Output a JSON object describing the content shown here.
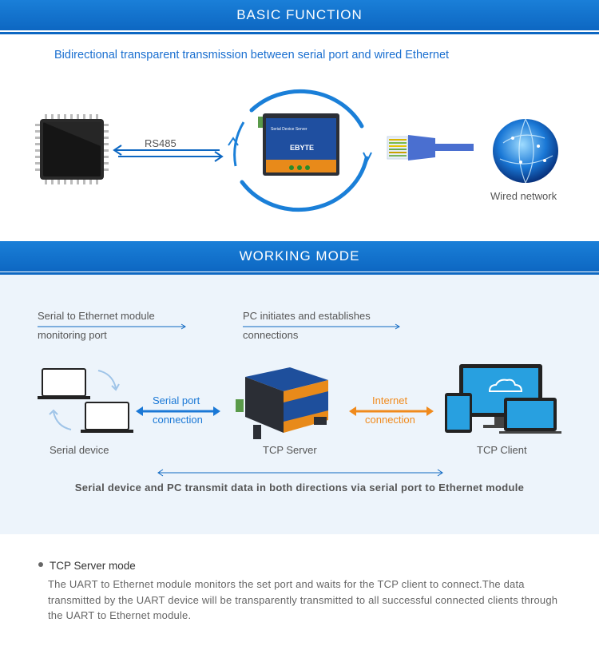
{
  "basic": {
    "header": "BASIC FUNCTION",
    "subtitle": "Bidirectional transparent transmission between serial port and wired Ethernet",
    "rs485_label": "RS485",
    "wired_label": "Wired network",
    "device_brand": "EBYTE",
    "device_title": "Serial Device Server"
  },
  "working": {
    "header": "WORKING MODE",
    "left_note_line1": "Serial to Ethernet module",
    "left_note_line2": "monitoring port",
    "right_note_line1": "PC initiates and establishes",
    "right_note_line2": "connections",
    "serial_port_line1": "Serial port",
    "serial_port_line2": "connection",
    "internet_line1": "Internet",
    "internet_line2": "connection",
    "serial_device_label": "Serial device",
    "tcp_server_label": "TCP Server",
    "tcp_client_label": "TCP Client",
    "bottom_caption": "Serial device and PC transmit data in both directions via serial port to Ethernet module"
  },
  "mode": {
    "title": "TCP Server mode",
    "description": "The UART to Ethernet module monitors the set port and waits for the TCP client to connect.The data transmitted by the UART device will be transparently transmitted to all successful connected clients through the UART to Ethernet module."
  },
  "colors": {
    "brand_blue": "#0d67c2",
    "accent_orange": "#f08a1c"
  }
}
